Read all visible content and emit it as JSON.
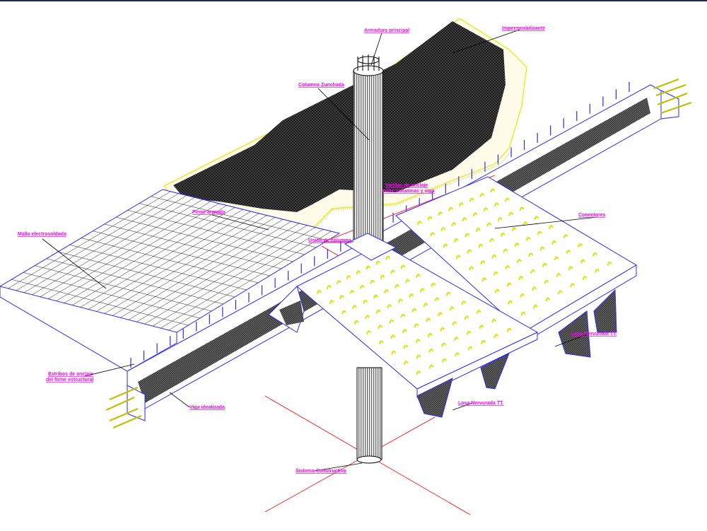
{
  "labels": {
    "armadura_principal": "Armadura principal",
    "impermeabilizante": "Impermeabilizante",
    "columna_sanchada": "Columna Zunchada",
    "varillas_anclaje": "Varillas de anclaje",
    "varillas_anclaje_2": "entre columnas y viga",
    "malla_electrosoldada": "Malla electrosoldada",
    "firme_armado": "Firme armado",
    "conectores": "Conectores",
    "union_columna": "Unión de columna",
    "estribos_1": "Estribos de anclaje",
    "estribos_2": "del firme estructural",
    "viga_idealizada": "Viga idealizada",
    "losa_nervurada_1": "Losa Nervurada TT.",
    "losa_nervurada_2": "Losa Nervurada TT.",
    "sistema_constructivo": "Sistema Constructivo"
  },
  "colors": {
    "label": "#ff00ff",
    "edge": "#2a2aff",
    "membrane": "#ffff66",
    "connector": "#ffff00",
    "axis": "#ff0000"
  }
}
